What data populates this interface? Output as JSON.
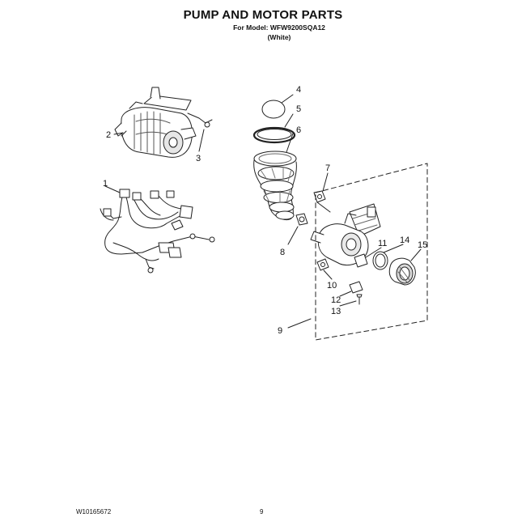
{
  "header": {
    "title": "PUMP AND MOTOR PARTS",
    "model_prefix": "For Model:",
    "model_number": "WFW9200SQA12",
    "color": "(White)"
  },
  "callouts": [
    "1",
    "2",
    "3",
    "4",
    "5",
    "6",
    "7",
    "8",
    "9",
    "10",
    "11",
    "12",
    "13",
    "14",
    "15"
  ],
  "footer": {
    "doc_number": "W10165672",
    "page_number": "9"
  }
}
